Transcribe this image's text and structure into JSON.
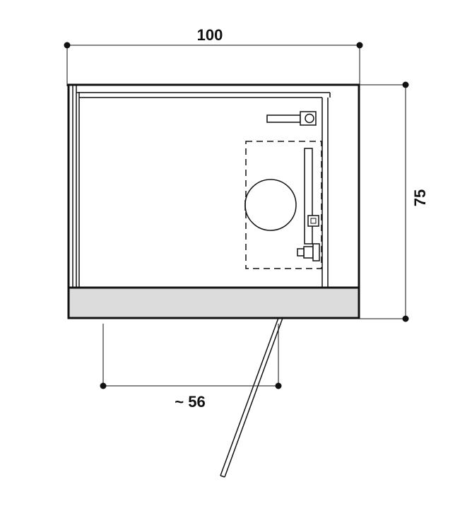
{
  "diagram": {
    "dimensions": {
      "width_label": "100",
      "depth_label": "75",
      "door_offset_label": "~ 56"
    },
    "colors": {
      "line": "#111111",
      "plinth_fill": "#dcdcdc",
      "background": "#ffffff"
    },
    "elements": [
      "cabinet-body",
      "plinth",
      "door-swing",
      "shower-tray-outline",
      "drain-circle",
      "mixer-tap",
      "hose-holder",
      "towel-rail"
    ]
  }
}
